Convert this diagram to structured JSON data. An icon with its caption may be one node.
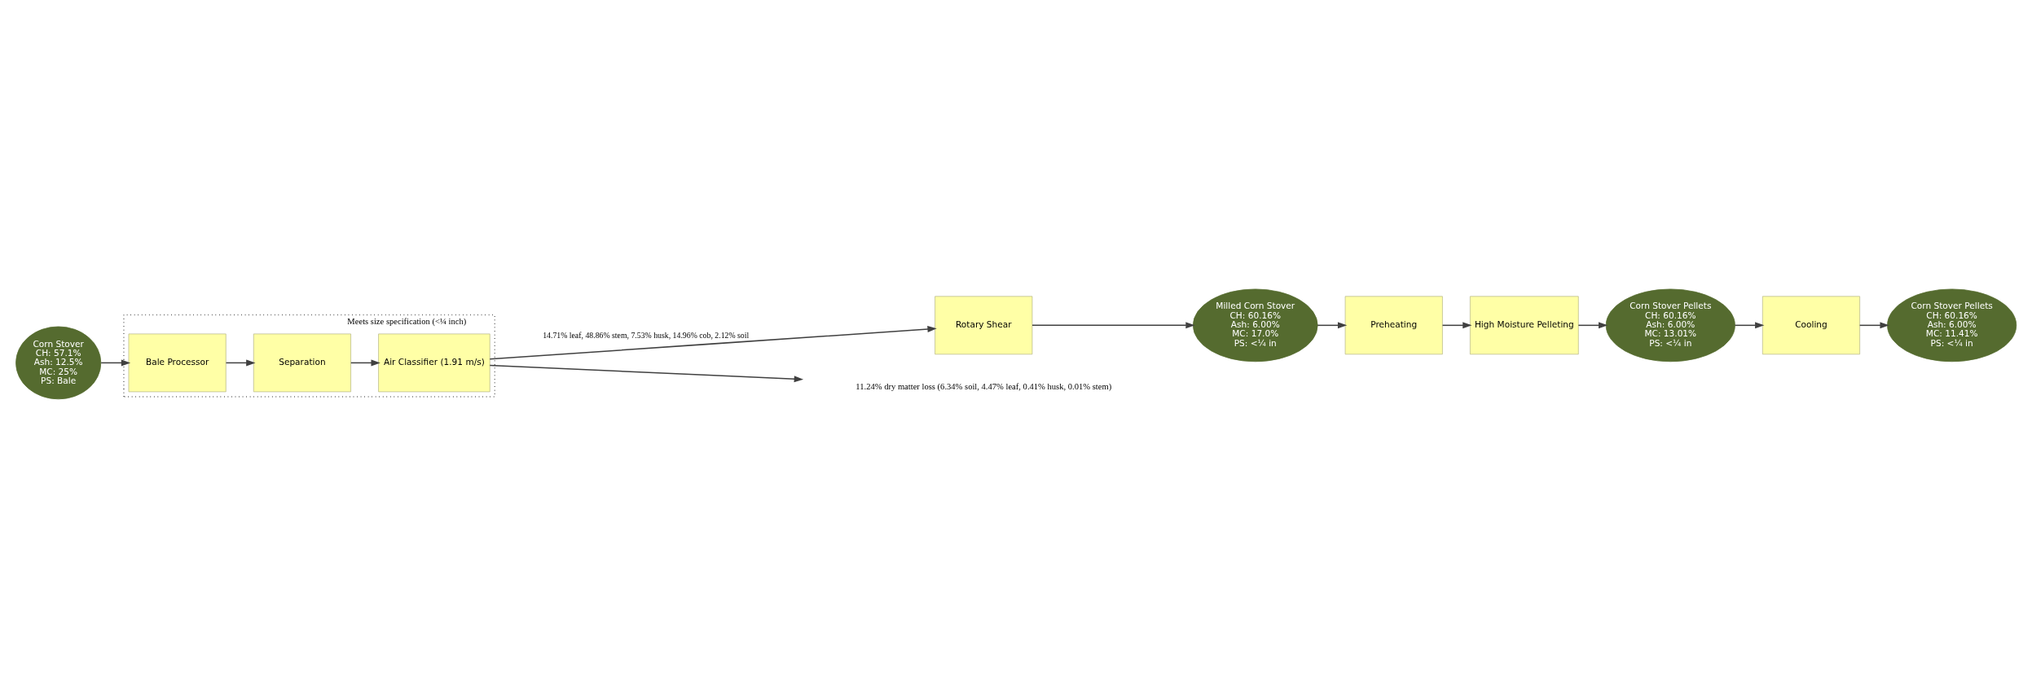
{
  "diagram": {
    "nodes": [
      {
        "text": [
          "Meets size specification (<¼ inch)"
        ]
      },
      {
        "text": [
          "Corn Stover",
          "CH: 57.1%",
          "Ash: 12.5%",
          "MC: 25%",
          "PS: Bale"
        ]
      },
      {
        "text": [
          "Bale Processor"
        ],
        "in": 0
      },
      {
        "text": [
          "Separation"
        ],
        "in": 0
      },
      {
        "text": [
          "Air Classifier (1.91 m/s)"
        ],
        "in": 0
      },
      {
        "text": [
          "Rotary Shear"
        ]
      },
      {
        "text": [
          "Milled Corn Stover",
          "CH: 60.16%",
          "Ash: 6.00%",
          "MC: 17.0%",
          "PS: <¼ in"
        ]
      },
      {
        "text": [
          "Preheating"
        ]
      },
      {
        "text": [
          "High Moisture Pelleting"
        ]
      },
      {
        "text": [
          "Corn Stover Pellets",
          "CH: 60.16%",
          "Ash: 6.00%",
          "MC: 13.01%",
          "PS: <¼ in"
        ]
      },
      {
        "text": [
          "Cooling"
        ]
      },
      {
        "text": [
          "Corn Stover Pellets",
          "CH: 60.16%",
          "Ash: 6.00%",
          "MC: 11.41%",
          "PS: <¼ in"
        ]
      },
      {
        "text": [
          "11.24% dry matter loss (6.34% soil, 4.47% leaf, 0.41% husk, 0.01% stem)"
        ]
      }
    ],
    "edges": [
      {
        "from": 1,
        "to": 2,
        "arrow": "to"
      },
      {
        "from": 2,
        "to": 3,
        "arrow": "to"
      },
      {
        "from": 3,
        "to": 4,
        "arrow": "to"
      },
      {
        "from": 4,
        "to": 5,
        "arrow": "to",
        "label": "14.71% leaf, 48.86% stem, 7.53% husk, 14.96% cob, 2.12% soil"
      },
      {
        "from": 4,
        "to": 12,
        "arrow": "to"
      },
      {
        "from": 5,
        "to": 6,
        "arrow": "to"
      },
      {
        "from": 6,
        "to": 7,
        "arrow": "to"
      },
      {
        "from": 7,
        "to": 8,
        "arrow": "to"
      },
      {
        "from": 8,
        "to": 9,
        "arrow": "to"
      },
      {
        "from": 9,
        "to": 10,
        "arrow": "to"
      },
      {
        "from": 10,
        "to": 11,
        "arrow": "to"
      }
    ]
  }
}
